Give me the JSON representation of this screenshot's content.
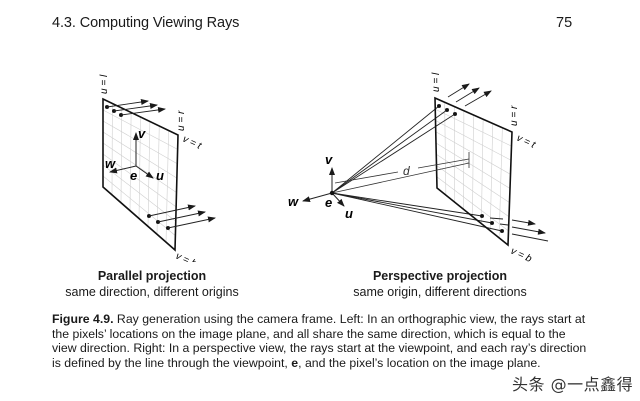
{
  "header": {
    "section_title": "4.3.  Computing Viewing Rays",
    "page_number": "75"
  },
  "figure": {
    "left_panel": {
      "title": "Parallel projection",
      "description": "same direction, different origins",
      "labels": {
        "u_left": "u = l",
        "u_right": "u = r",
        "v_top": "v = t",
        "v_bottom": "v = b",
        "axis_v": "v",
        "axis_w": "w",
        "axis_u": "u",
        "origin": "e"
      }
    },
    "right_panel": {
      "title": "Perspective projection",
      "description": "same origin, different directions",
      "labels": {
        "u_left": "u = l",
        "u_right": "u = r",
        "v_top": "v = t",
        "v_bottom": "v = b",
        "axis_v": "v",
        "axis_w": "w",
        "axis_u": "u",
        "origin": "e",
        "distance": "d"
      }
    }
  },
  "caption": {
    "label": "Figure 4.9.",
    "text_part1": "  Ray generation using the camera frame. Left: In an orthographic view, the rays start at the pixels’ locations on the image plane, and all share the same direction, which is equal to the view direction. Right: In a perspective view, the rays start at the viewpoint, and each ray’s direction is defined by the line through the viewpoint, ",
    "bold_e": "e",
    "text_part2": ", and the pixel’s location on the image plane."
  },
  "watermark": "头条 @一点鑫得"
}
